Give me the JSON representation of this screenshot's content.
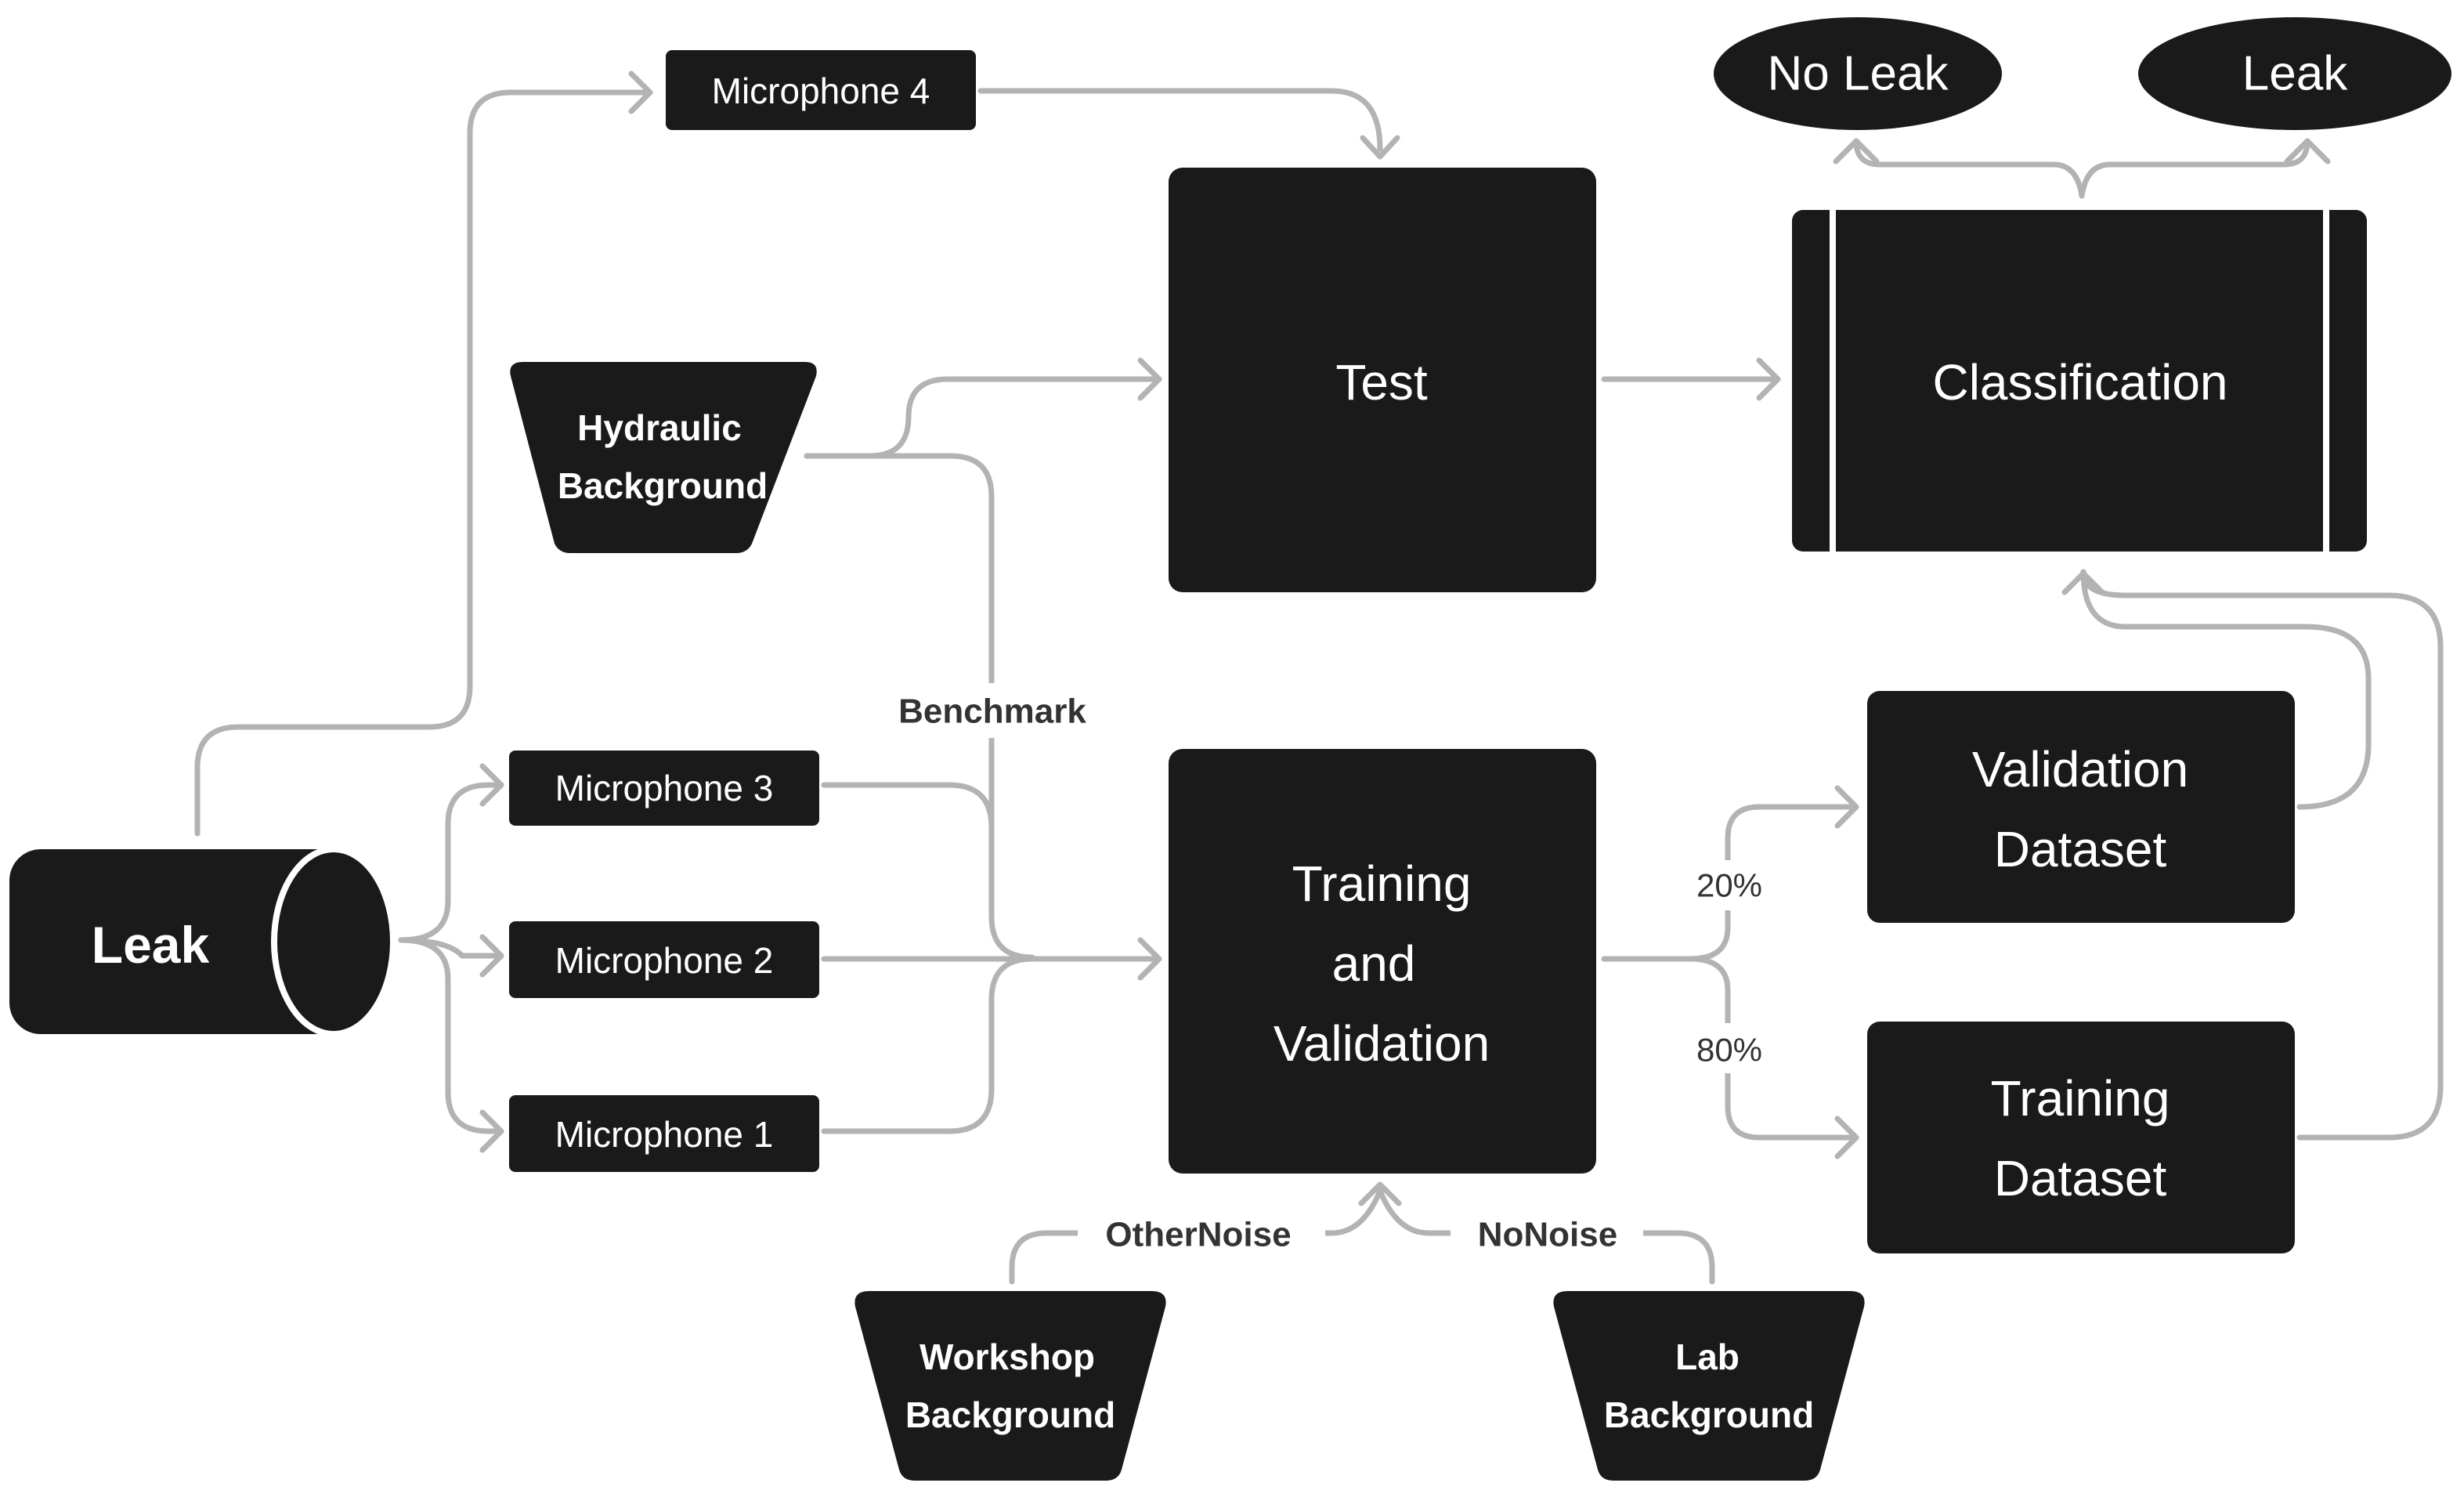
{
  "colors": {
    "node_fill": "#1a1a1a",
    "node_text": "#ffffff",
    "connector": "#b3b3b3",
    "edge_label": "#333333"
  },
  "nodes": {
    "leak": "Leak",
    "microphone_1": "Microphone 1",
    "microphone_2": "Microphone 2",
    "microphone_3": "Microphone 3",
    "microphone_4": "Microphone 4",
    "hydraulic_background": [
      "Hydraulic",
      "Background"
    ],
    "workshop_background": [
      "Workshop",
      "Background"
    ],
    "lab_background": [
      "Lab",
      "Background"
    ],
    "test": "Test",
    "training_and_validation": [
      "Training",
      "and",
      "Validation"
    ],
    "classification": "Classification",
    "validation_dataset": [
      "Validation",
      "Dataset"
    ],
    "training_dataset": [
      "Training",
      "Dataset"
    ],
    "no_leak": "No Leak",
    "leak_result": "Leak"
  },
  "edge_labels": {
    "benchmark": "Benchmark",
    "other_noise": "OtherNoise",
    "no_noise": "NoNoise",
    "split_validation": "20%",
    "split_training": "80%"
  }
}
